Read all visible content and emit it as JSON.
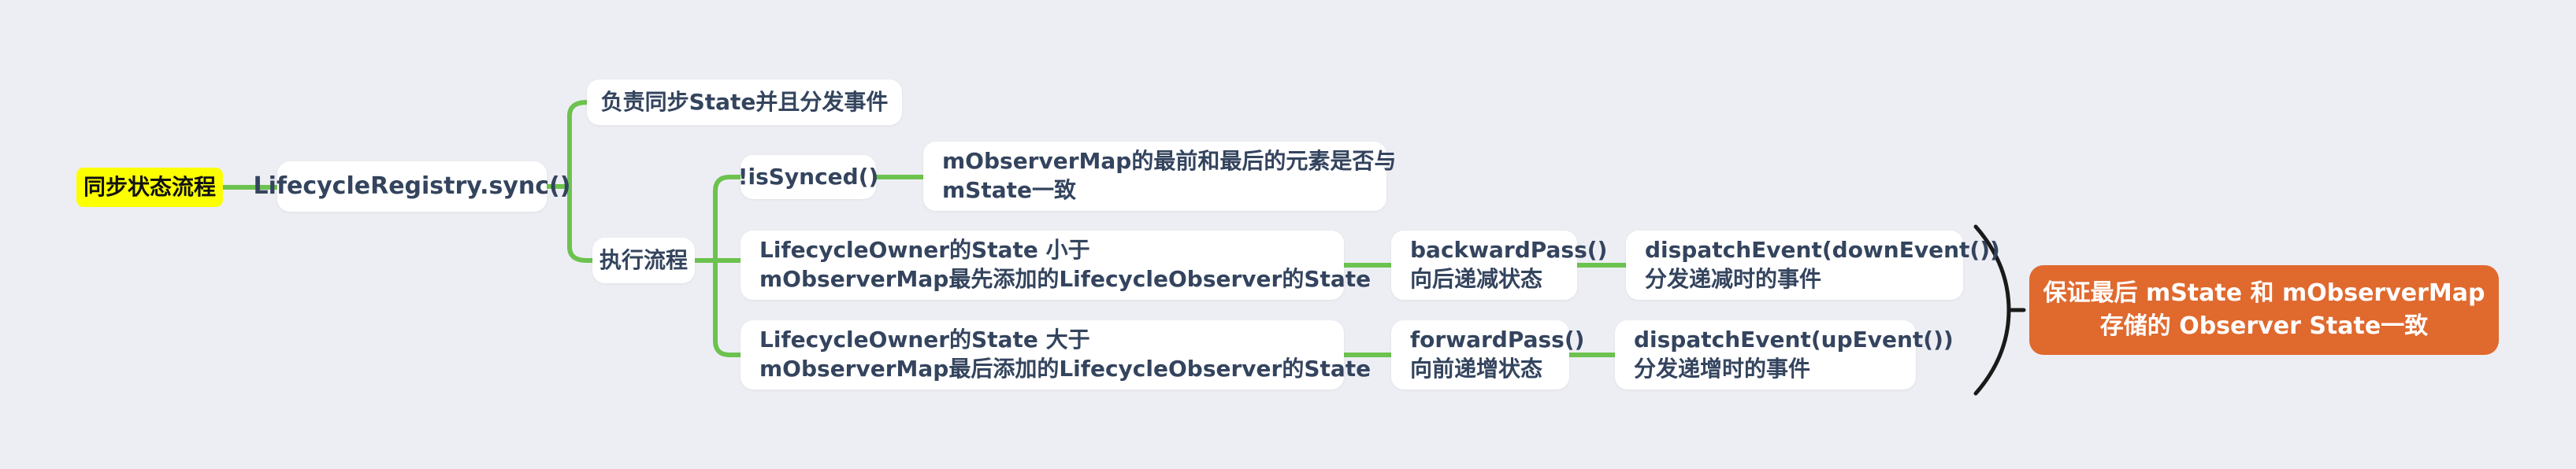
{
  "palette": {
    "background": "#edeef3",
    "connector_green": "#6cc24e",
    "node_bg": "#ffffff",
    "node_text": "#34445e",
    "root_bg": "#fbff00",
    "root_text": "#111111",
    "summary_bg": "#e0692e",
    "summary_text": "#ffffff",
    "brace_color": "#1a1a1a"
  },
  "mindmap": {
    "root": {
      "label": "同步状态流程"
    },
    "sync": {
      "label": "LifecycleRegistry.sync()"
    },
    "responsibility": {
      "label": "负责同步State并且分发事件"
    },
    "process": {
      "label": "执行流程"
    },
    "is_synced": {
      "label": "!isSynced()"
    },
    "is_synced_desc": {
      "line1": "mObserverMap的最前和最后的元素是否与",
      "line2": "mState一致"
    },
    "backward_condition": {
      "line1": "LifecycleOwner的State 小于",
      "line2": "mObserverMap最先添加的LifecycleObserver的State"
    },
    "backward_pass": {
      "line1": "backwardPass()",
      "line2": "向后递减状态"
    },
    "dispatch_down": {
      "line1": "dispatchEvent(downEvent())",
      "line2": "分发递减时的事件"
    },
    "forward_condition": {
      "line1": "LifecycleOwner的State 大于",
      "line2": "mObserverMap最后添加的LifecycleObserver的State"
    },
    "forward_pass": {
      "line1": "forwardPass()",
      "line2": "向前递增状态"
    },
    "dispatch_up": {
      "line1": "dispatchEvent(upEvent())",
      "line2": "分发递增时的事件"
    },
    "summary": {
      "line1": "保证最后 mState 和 mObserverMap",
      "line2": "存储的 Observer State一致"
    }
  }
}
